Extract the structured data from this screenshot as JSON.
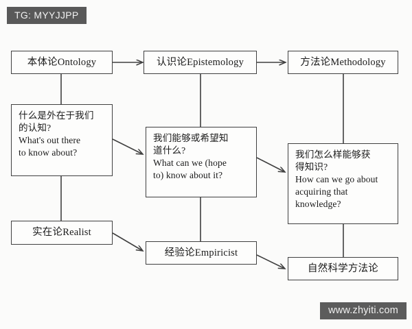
{
  "meta": {
    "tag_badge": "TG: MYYJJPP",
    "watermark": "www.zhyiti.com",
    "background_color": "#fbfbfa",
    "box_border_color": "#3f3f3f",
    "connector_color": "#3f3f3f",
    "badge_color": "#595959"
  },
  "nodes": {
    "ontology": {
      "label": "本体论Ontology"
    },
    "epistemology": {
      "label": "认识论Epistemology"
    },
    "methodology": {
      "label": "方法论Methodology"
    },
    "question_ontology": {
      "cn_line1": "什么是外在于我们",
      "cn_line2": "的认知?",
      "en_line1": "What's out there",
      "en_line2": "to know about?"
    },
    "question_epistemology": {
      "cn_line1": "我们能够或希望知",
      "cn_line2": "道什么?",
      "en_line1": "What can we (hope",
      "en_line2": "to) know about it?"
    },
    "question_methodology": {
      "cn_line1": "我们怎么样能够获",
      "cn_line2": "得知识?",
      "en_line1": "How can we go about",
      "en_line2": "acquiring that",
      "en_line3": "knowledge?"
    },
    "realist": {
      "label": "实在论Realist"
    },
    "empiricist": {
      "label": "经验论Empiricist"
    },
    "natural_science": {
      "label": "自然科学方法论"
    }
  },
  "connections": [
    {
      "from": "ontology",
      "to": "epistemology",
      "style": "arrow-horizontal"
    },
    {
      "from": "epistemology",
      "to": "methodology",
      "style": "arrow-horizontal"
    },
    {
      "from": "ontology",
      "to": "question_ontology",
      "style": "line-vertical"
    },
    {
      "from": "epistemology",
      "to": "question_epistemology",
      "style": "line-vertical"
    },
    {
      "from": "methodology",
      "to": "question_methodology",
      "style": "line-vertical"
    },
    {
      "from": "question_ontology",
      "to": "question_epistemology",
      "style": "arrow-diagonal"
    },
    {
      "from": "question_epistemology",
      "to": "question_methodology",
      "style": "arrow-diagonal"
    },
    {
      "from": "question_ontology",
      "to": "realist",
      "style": "line-vertical"
    },
    {
      "from": "question_epistemology",
      "to": "empiricist",
      "style": "line-vertical"
    },
    {
      "from": "question_methodology",
      "to": "natural_science",
      "style": "line-vertical"
    },
    {
      "from": "realist",
      "to": "empiricist",
      "style": "arrow-diagonal"
    },
    {
      "from": "empiricist",
      "to": "natural_science",
      "style": "arrow-diagonal"
    }
  ]
}
